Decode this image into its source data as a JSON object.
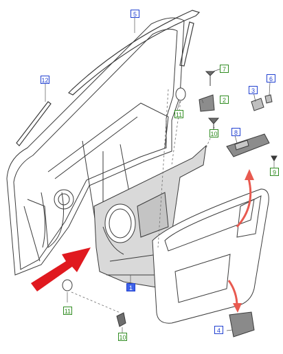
{
  "callouts": {
    "c1": "1",
    "c2": "2",
    "c3": "3",
    "c4": "4",
    "c5": "5",
    "c6": "6",
    "c7": "7",
    "c8": "8",
    "c9": "9",
    "c10a": "10",
    "c10b": "10",
    "c11a": "11",
    "c11b": "11",
    "c12": "12"
  },
  "colors": {
    "line": "#3a3a3a",
    "panel": "#d9d9d9",
    "callout_blue": "#1f3fd0",
    "callout_green": "#2e8b1f",
    "arrow_red": "#e0191f",
    "arrow_pink": "#e85a50"
  }
}
